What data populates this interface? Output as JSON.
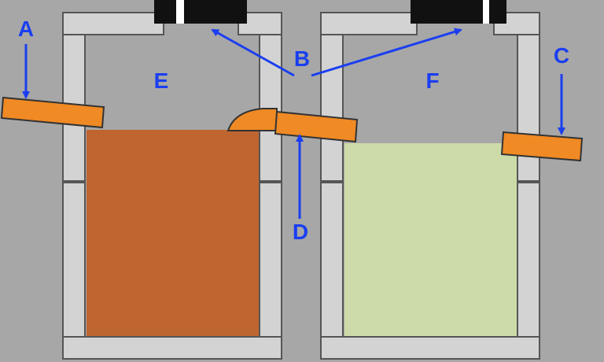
{
  "colors": {
    "background": "#a7a7a7",
    "concrete": "#d3d3d3",
    "pipe": "#f08a24",
    "sludge": "#bf6530",
    "clear_water": "#cddba9",
    "lid": "#111111",
    "arrow": "#1a3ef0"
  },
  "labels": {
    "A": "A",
    "B": "B",
    "C": "C",
    "D": "D",
    "E": "E",
    "F": "F"
  }
}
